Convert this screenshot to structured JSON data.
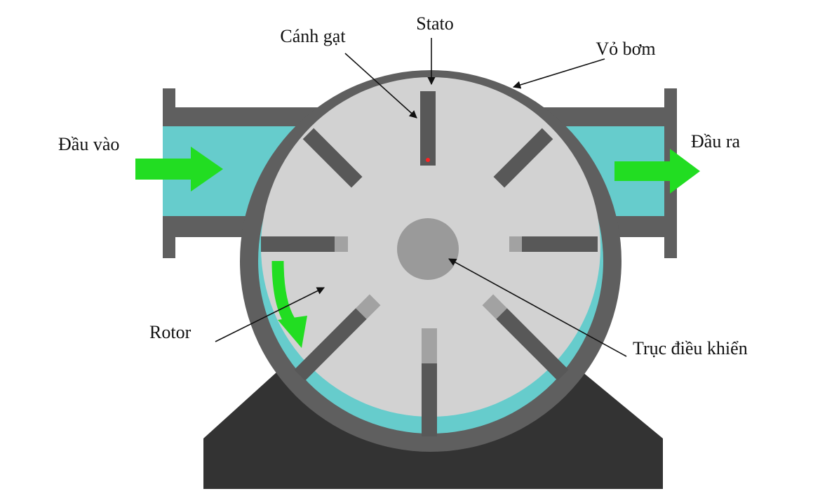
{
  "labels": {
    "stato": "Stato",
    "canh_gat": "Cánh gạt",
    "vo_bom": "Vỏ bơm",
    "dau_vao": "Đầu vào",
    "dau_ra": "Đầu ra",
    "rotor": "Rotor",
    "truc_dieu_khien": "Trục điều khiển"
  },
  "colors": {
    "casing": "#5f5f5f",
    "fluid": "#66cccc",
    "rotor": "#d2d2d2",
    "shaft": "#9a9a9a",
    "vane": "#585858",
    "vane_tip": "#a2a2a2",
    "base": "#333333",
    "flow_arrow": "#22dd22",
    "marker": "#ff2222"
  }
}
